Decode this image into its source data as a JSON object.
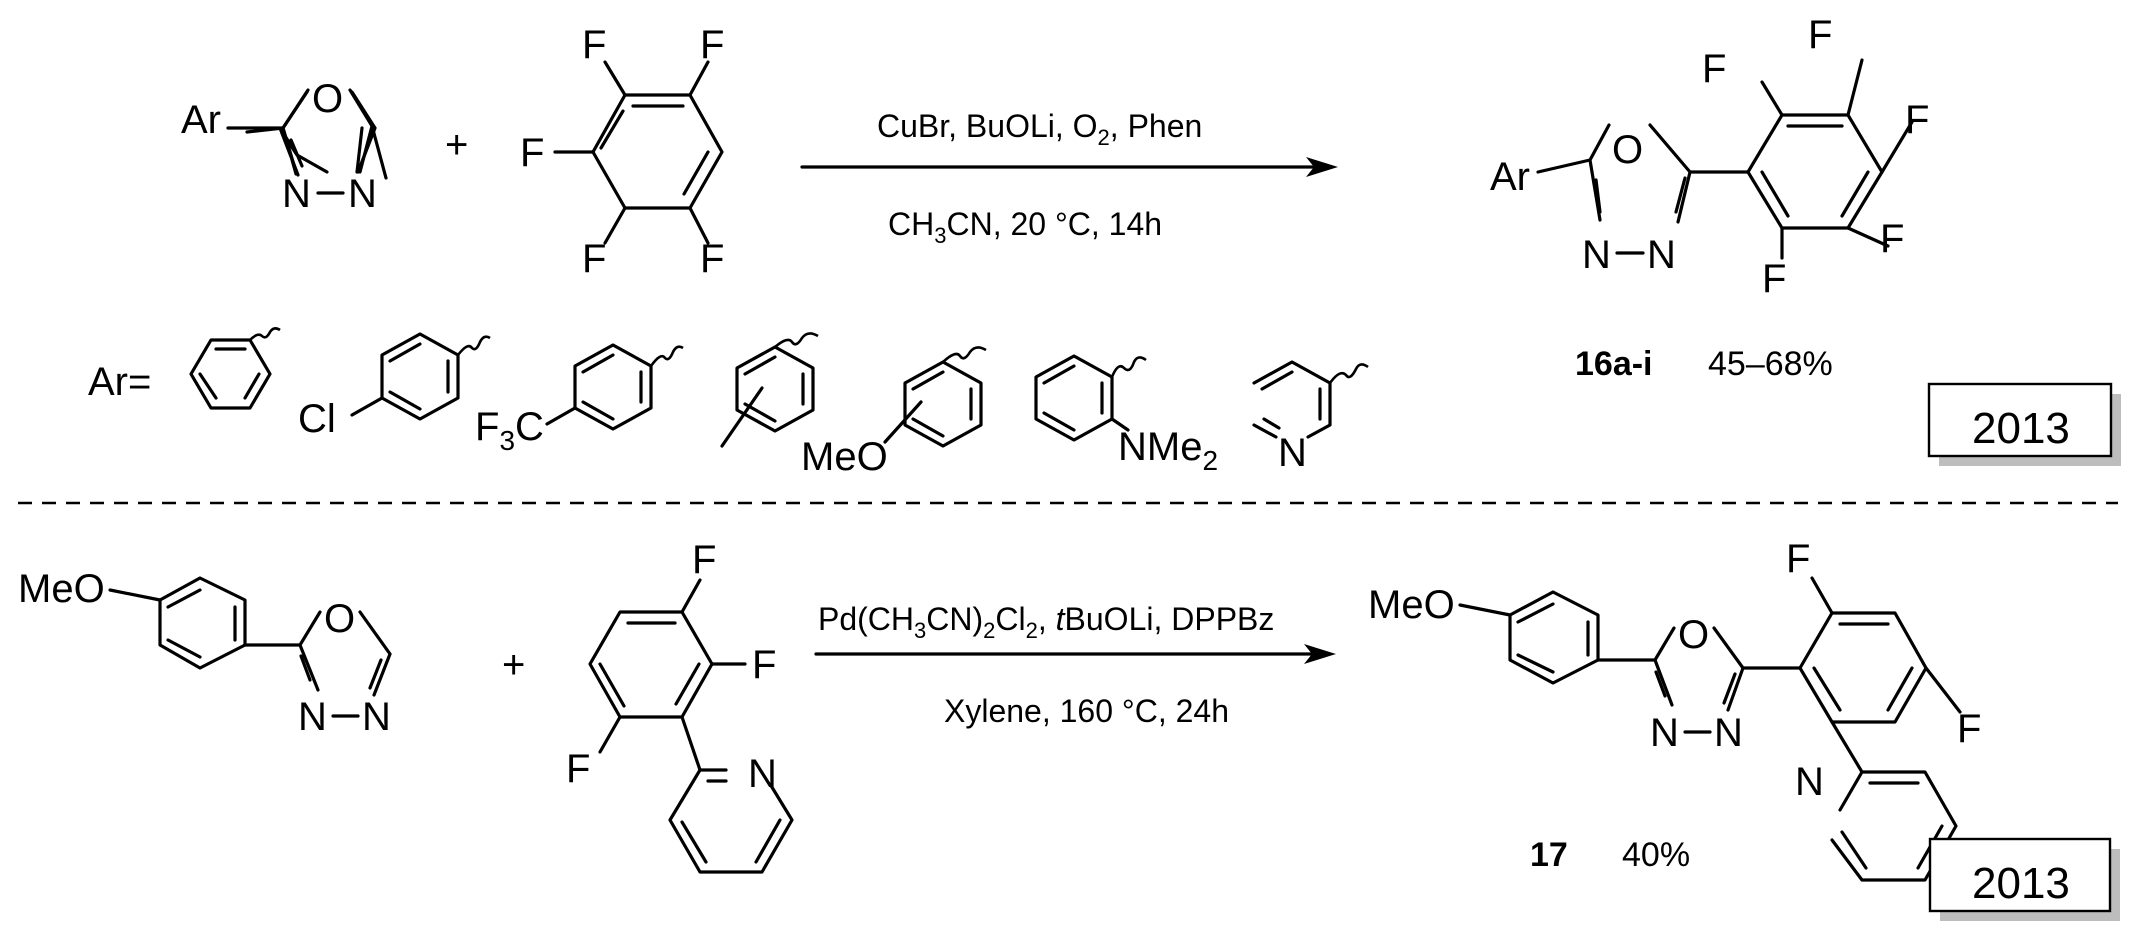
{
  "scheme_top": {
    "reactant1": {
      "substituent": "Ar",
      "atoms": [
        "O",
        "N",
        "N"
      ]
    },
    "plus": "+",
    "reactant2": {
      "atoms": [
        "F",
        "F",
        "F",
        "F",
        "F"
      ]
    },
    "conditions_above": [
      "CuBr,  BuOLi,  O",
      "2",
      ",  Phen"
    ],
    "conditions_below": [
      "CH",
      "3",
      "CN,  20 °C,  14h"
    ],
    "product": {
      "substituent": "Ar",
      "atoms": [
        "O",
        "N",
        "N",
        "F",
        "F",
        "F",
        "F",
        "F"
      ]
    },
    "product_label": "16a-i",
    "yield": "45–68%",
    "year": "2013",
    "ar_label": "Ar=",
    "ar_groups": {
      "chloro": "Cl",
      "trifluoromethyl": [
        "F",
        "3",
        "C"
      ],
      "methoxy": "MeO",
      "dimethylamino": [
        "NMe",
        "2"
      ],
      "pyridine": "N"
    }
  },
  "scheme_bottom": {
    "reactant1": {
      "substituent": "MeO",
      "atoms": [
        "O",
        "N",
        "N"
      ]
    },
    "plus": "+",
    "reactant2": {
      "atoms": [
        "F",
        "F",
        "F",
        "N"
      ]
    },
    "conditions_above": [
      "Pd(CH",
      "3",
      "CN)",
      "2",
      "Cl",
      "2",
      ", ",
      "t",
      "BuOLi,  DPPBz"
    ],
    "conditions_below": "Xylene,  160 °C,  24h",
    "product": {
      "substituent": "MeO",
      "atoms": [
        "O",
        "N",
        "N",
        "F",
        "F",
        "N"
      ]
    },
    "product_label": "17",
    "yield": "40%",
    "year": "2013"
  }
}
